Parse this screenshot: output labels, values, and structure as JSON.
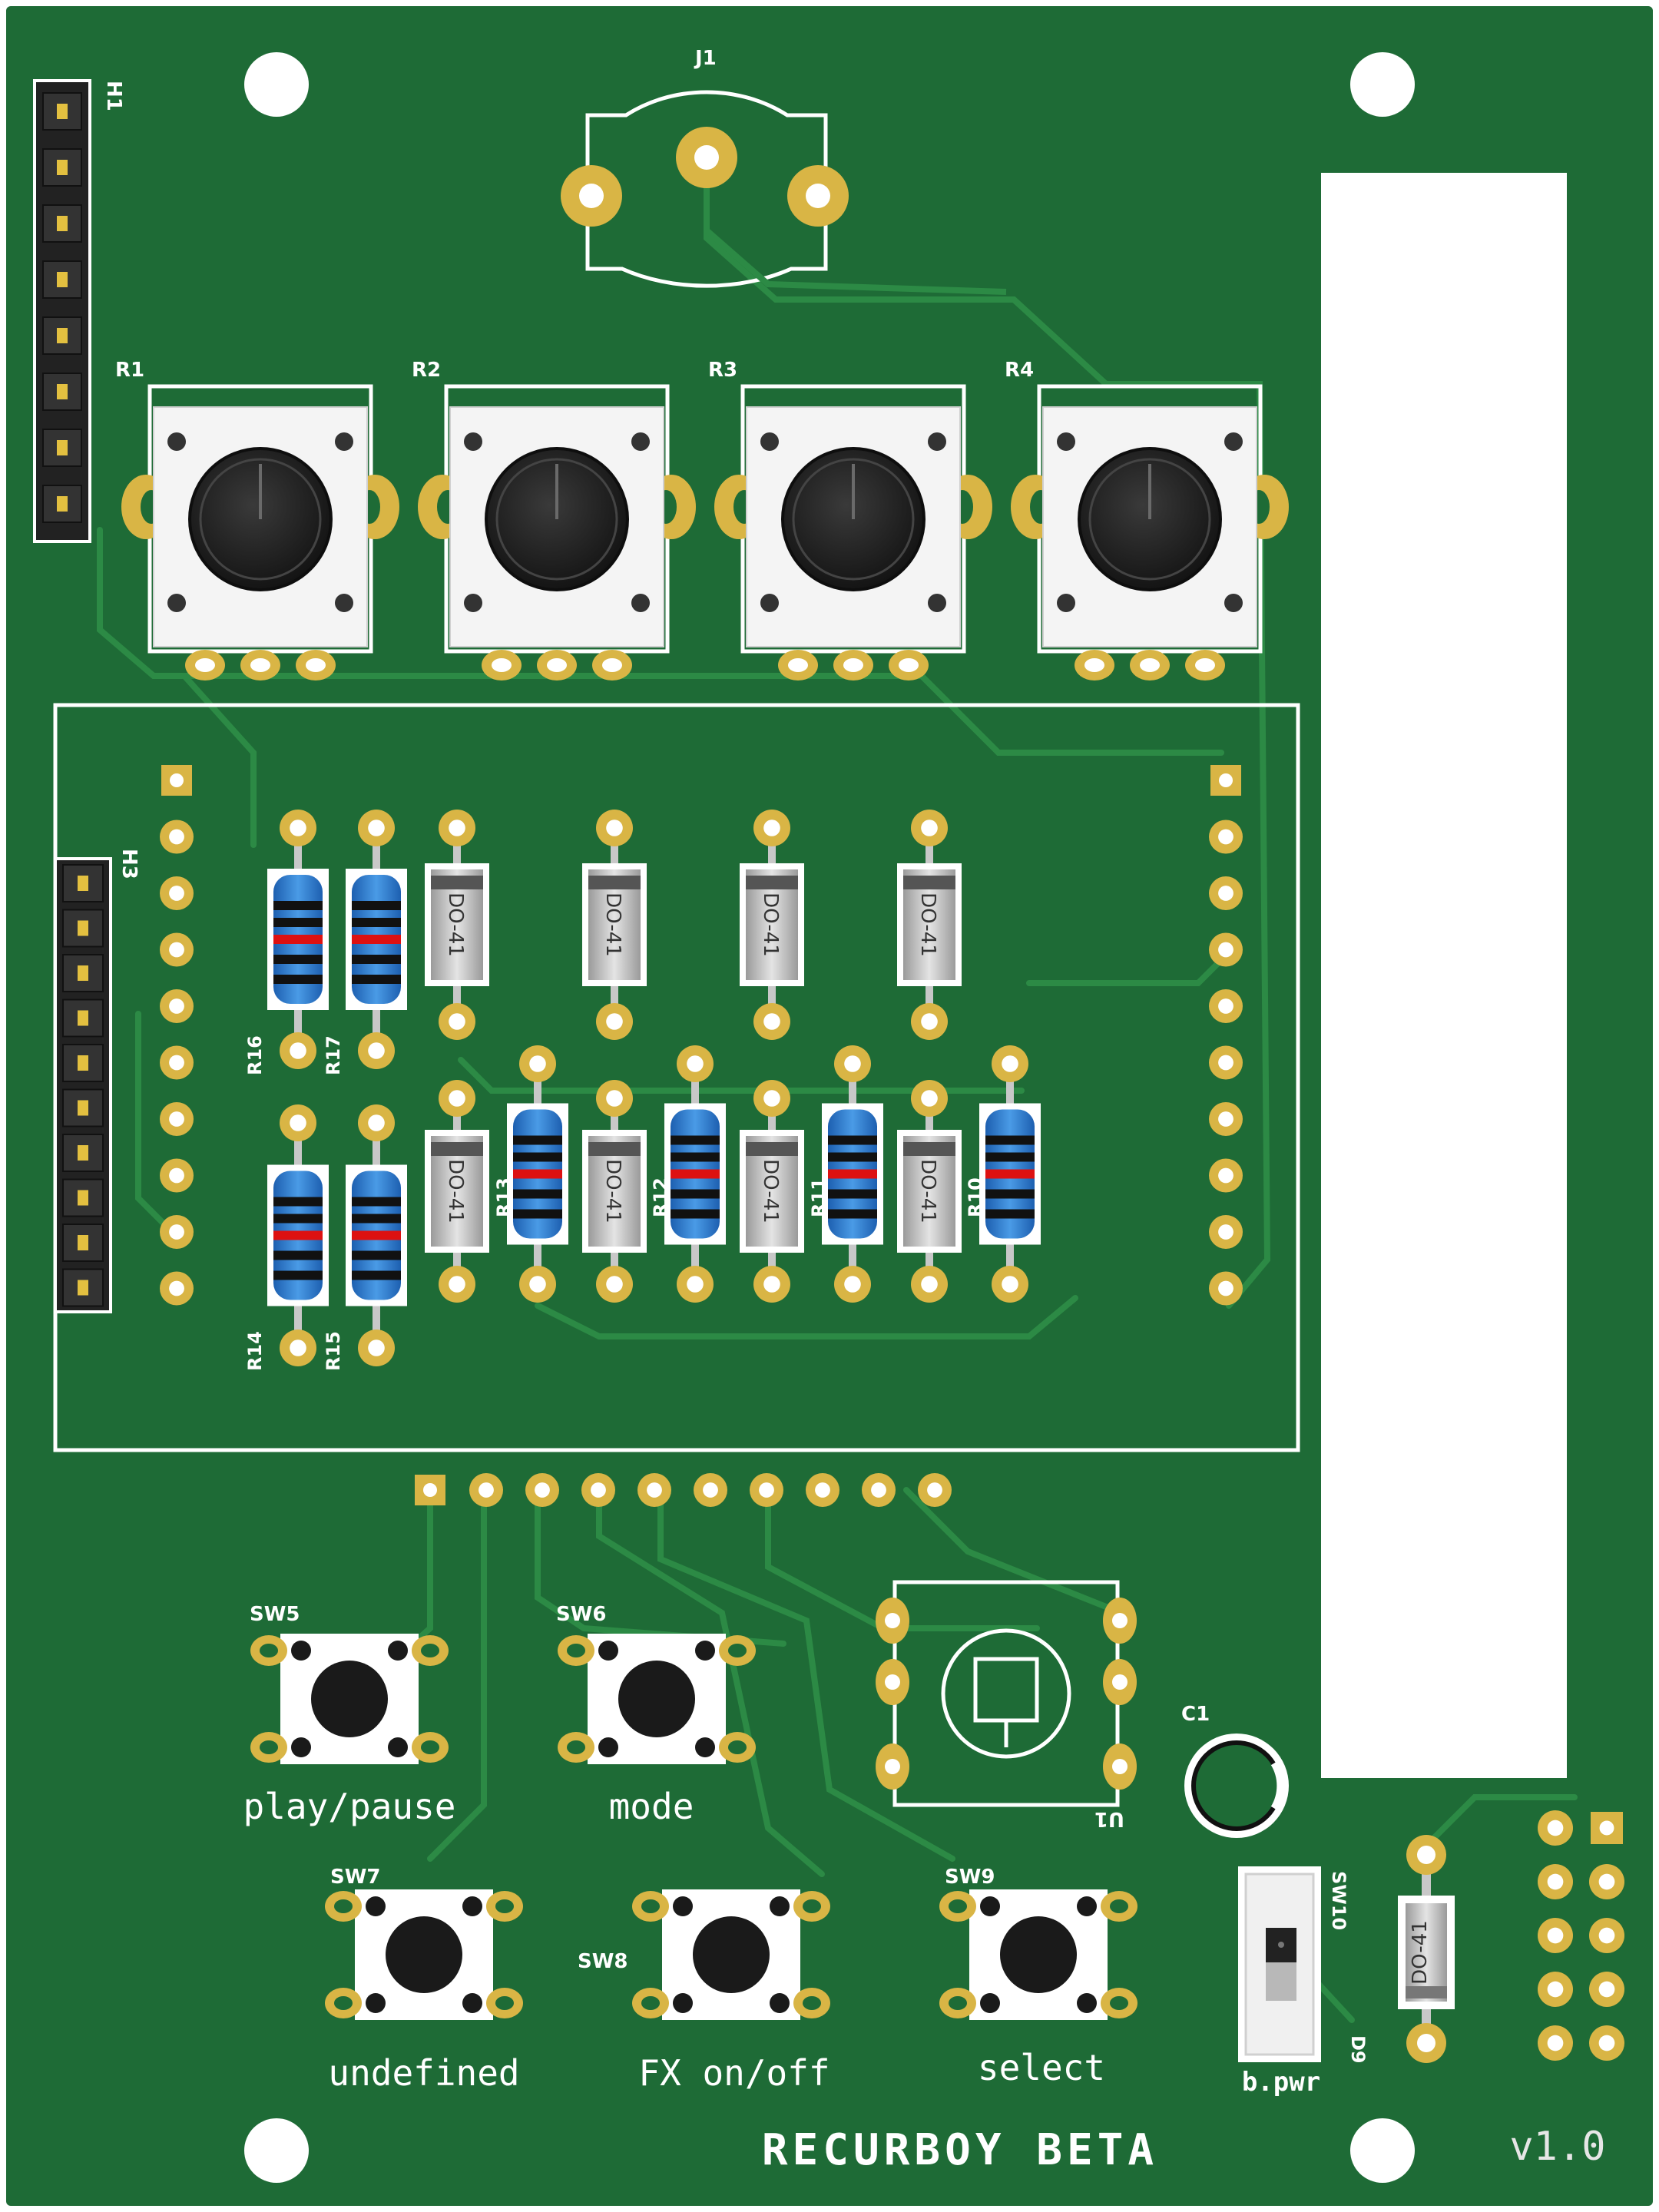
{
  "board": {
    "title": "RECURBOY BETA",
    "version": "v1.0",
    "colors": {
      "soldermask": "#1e6b36",
      "trace": "#2c8a45",
      "silk": "#ffffff",
      "pad": "#d9b545",
      "pad_hole": "#ffffff"
    }
  },
  "refs": {
    "J1": "J1",
    "H1": "H1",
    "H3": "H3",
    "R1": "R1",
    "R2": "R2",
    "R3": "R3",
    "R4": "R4",
    "R10": "R10",
    "R11": "R11",
    "R12": "R12",
    "R13": "R13",
    "R14": "R14",
    "R15": "R15",
    "R16": "R16",
    "R17": "R17",
    "SW5": "SW5",
    "SW6": "SW6",
    "SW7": "SW7",
    "SW8": "SW8",
    "SW9": "SW9",
    "SW10": "SW10",
    "U1": "U1",
    "C1": "C1",
    "D9": "D9"
  },
  "diode_package": "DO-41",
  "button_labels": {
    "sw5": "play/pause",
    "sw6": "mode",
    "sw7": "undefined",
    "sw8": "FX on/off",
    "sw9": "select",
    "sw10": "b.pwr"
  }
}
